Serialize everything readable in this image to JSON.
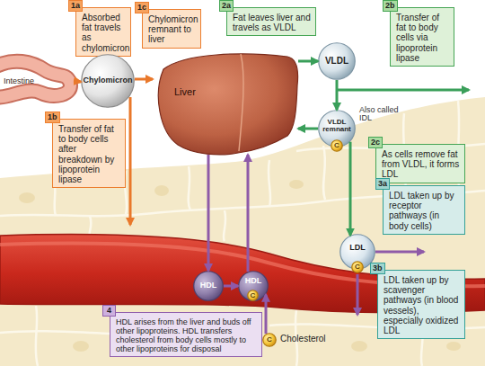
{
  "diagram": {
    "nodes": [
      {
        "text": [
          "1a",
          "Absorbed fat travels as chylomicron"
        ]
      },
      {
        "text": [
          "1c",
          "Chylomicron remnant to liver"
        ]
      },
      {
        "text": [
          "2a",
          "Fat leaves liver and travels as VLDL"
        ]
      },
      {
        "text": [
          "2b",
          "Transfer of fat to body cells via lipoprotein lipase"
        ]
      },
      {
        "text": [
          "Intestine"
        ]
      },
      {
        "text": [
          "Chylomicron"
        ]
      },
      {
        "text": [
          "Liver"
        ]
      },
      {
        "text": [
          "VLDL"
        ]
      },
      {
        "text": [
          "VLDL remnant",
          "Also called IDL"
        ]
      },
      {
        "text": [
          "C"
        ],
        "in": 8
      },
      {
        "text": [
          "1b",
          "Transfer of fat to body cells after breakdown by lipoprotein lipase"
        ]
      },
      {
        "text": [
          "2c",
          "As cells remove fat from VLDL, it forms LDL"
        ]
      },
      {
        "text": [
          "3a",
          "LDL taken up by receptor pathways (in body cells)"
        ]
      },
      {
        "text": [
          "HDL"
        ]
      },
      {
        "text": [
          "HDL"
        ]
      },
      {
        "text": [
          "C"
        ],
        "in": 14
      },
      {
        "text": [
          "LDL"
        ]
      },
      {
        "text": [
          "C"
        ],
        "in": 16
      },
      {
        "text": [
          "4",
          "HDL arises from the liver and buds off other lipoproteins. HDL transfers cholesterol from body cells mostly to other lipoproteins for disposal"
        ]
      },
      {
        "text": [
          "3b",
          "LDL taken up by scavenger pathways (in blood vessels), especially oxidized LDL"
        ]
      },
      {
        "text": [
          "C",
          "Cholesterol"
        ]
      }
    ],
    "edges": [
      {
        "from": 4,
        "to": 5,
        "arrow": "to"
      },
      {
        "from": 5,
        "to": 6,
        "arrow": "to"
      },
      {
        "from": 6,
        "to": 7,
        "arrow": "to"
      },
      {
        "from": 7,
        "to": 8,
        "arrow": "to"
      },
      {
        "from": 8,
        "to": 6,
        "arrow": "to"
      },
      {
        "from": 8,
        "to": 16,
        "arrow": "to"
      },
      {
        "from": 6,
        "to": 13,
        "arrow": "to"
      },
      {
        "from": 13,
        "to": 14,
        "arrow": "to"
      },
      {
        "from": 14,
        "to": 6,
        "arrow": "to"
      },
      {
        "from": 20,
        "to": 14,
        "arrow": "to"
      }
    ]
  }
}
